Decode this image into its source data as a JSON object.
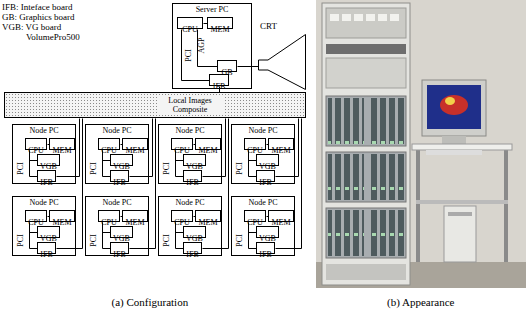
{
  "diagram": {
    "nodes": [
      {
        "text": [
          "Server PC"
        ]
      },
      {
        "text": [
          "CPU"
        ],
        "in": 0
      },
      {
        "text": [
          "MEM"
        ],
        "in": 0
      },
      {
        "text": [
          "GB"
        ],
        "in": 0
      },
      {
        "text": [
          "IFB"
        ],
        "in": 0
      },
      {
        "text": [
          "CRT"
        ]
      },
      {
        "text": [
          "Local Images Composite"
        ]
      },
      {
        "text": [
          "Node PC"
        ]
      },
      {
        "text": [
          "CPU"
        ],
        "in": 7
      },
      {
        "text": [
          "MEM"
        ],
        "in": 7
      },
      {
        "text": [
          "VGB"
        ],
        "in": 7
      },
      {
        "text": [
          "IFB"
        ],
        "in": 7
      },
      {
        "text": [
          "Node PC"
        ]
      },
      {
        "text": [
          "CPU"
        ],
        "in": 12
      },
      {
        "text": [
          "MEM"
        ],
        "in": 12
      },
      {
        "text": [
          "VGB"
        ],
        "in": 12
      },
      {
        "text": [
          "IFB"
        ],
        "in": 12
      },
      {
        "text": [
          "Node PC"
        ]
      },
      {
        "text": [
          "CPU"
        ],
        "in": 17
      },
      {
        "text": [
          "MEM"
        ],
        "in": 17
      },
      {
        "text": [
          "VGB"
        ],
        "in": 17
      },
      {
        "text": [
          "IFB"
        ],
        "in": 17
      },
      {
        "text": [
          "Node PC"
        ]
      },
      {
        "text": [
          "CPU"
        ],
        "in": 22
      },
      {
        "text": [
          "MEM"
        ],
        "in": 22
      },
      {
        "text": [
          "VGB"
        ],
        "in": 22
      },
      {
        "text": [
          "IFB"
        ],
        "in": 22
      },
      {
        "text": [
          "Node PC"
        ]
      },
      {
        "text": [
          "CPU"
        ],
        "in": 27
      },
      {
        "text": [
          "MEM"
        ],
        "in": 27
      },
      {
        "text": [
          "VGB"
        ],
        "in": 27
      },
      {
        "text": [
          "IFB"
        ],
        "in": 27
      },
      {
        "text": [
          "Node PC"
        ]
      },
      {
        "text": [
          "CPU"
        ],
        "in": 32
      },
      {
        "text": [
          "MEM"
        ],
        "in": 32
      },
      {
        "text": [
          "VGB"
        ],
        "in": 32
      },
      {
        "text": [
          "IFB"
        ],
        "in": 32
      },
      {
        "text": [
          "Node PC"
        ]
      },
      {
        "text": [
          "CPU"
        ],
        "in": 37
      },
      {
        "text": [
          "MEM"
        ],
        "in": 37
      },
      {
        "text": [
          "VGB"
        ],
        "in": 37
      },
      {
        "text": [
          "IFB"
        ],
        "in": 37
      },
      {
        "text": [
          "Node PC"
        ]
      },
      {
        "text": [
          "CPU"
        ],
        "in": 42
      },
      {
        "text": [
          "MEM"
        ],
        "in": 42
      },
      {
        "text": [
          "VGB"
        ],
        "in": 42
      },
      {
        "text": [
          "IFB"
        ],
        "in": 42
      }
    ],
    "edges": [
      {
        "from": 1,
        "to": 2,
        "arrow": "none"
      },
      {
        "from": 1,
        "to": 3,
        "arrow": "none"
      },
      {
        "from": 1,
        "to": 4,
        "arrow": "none"
      },
      {
        "from": 3,
        "to": 5,
        "arrow": "none"
      },
      {
        "from": 4,
        "to": 6,
        "arrow": "none"
      },
      {
        "from": 8,
        "to": 9,
        "arrow": "none"
      },
      {
        "from": 8,
        "to": 10,
        "arrow": "none"
      },
      {
        "from": 8,
        "to": 11,
        "arrow": "none"
      },
      {
        "from": 11,
        "to": 6,
        "arrow": "none"
      },
      {
        "from": 13,
        "to": 14,
        "arrow": "none"
      },
      {
        "from": 13,
        "to": 15,
        "arrow": "none"
      },
      {
        "from": 13,
        "to": 16,
        "arrow": "none"
      },
      {
        "from": 16,
        "to": 6,
        "arrow": "none"
      },
      {
        "from": 18,
        "to": 19,
        "arrow": "none"
      },
      {
        "from": 18,
        "to": 20,
        "arrow": "none"
      },
      {
        "from": 18,
        "to": 21,
        "arrow": "none"
      },
      {
        "from": 21,
        "to": 6,
        "arrow": "none"
      },
      {
        "from": 23,
        "to": 24,
        "arrow": "none"
      },
      {
        "from": 23,
        "to": 25,
        "arrow": "none"
      },
      {
        "from": 23,
        "to": 26,
        "arrow": "none"
      },
      {
        "from": 26,
        "to": 6,
        "arrow": "none"
      },
      {
        "from": 28,
        "to": 29,
        "arrow": "none"
      },
      {
        "from": 28,
        "to": 30,
        "arrow": "none"
      },
      {
        "from": 28,
        "to": 31,
        "arrow": "none"
      },
      {
        "from": 31,
        "to": 6,
        "arrow": "none"
      },
      {
        "from": 33,
        "to": 34,
        "arrow": "none"
      },
      {
        "from": 33,
        "to": 35,
        "arrow": "none"
      },
      {
        "from": 33,
        "to": 36,
        "arrow": "none"
      },
      {
        "from": 36,
        "to": 6,
        "arrow": "none"
      },
      {
        "from": 38,
        "to": 39,
        "arrow": "none"
      },
      {
        "from": 38,
        "to": 40,
        "arrow": "none"
      },
      {
        "from": 38,
        "to": 41,
        "arrow": "none"
      },
      {
        "from": 41,
        "to": 6,
        "arrow": "none"
      },
      {
        "from": 43,
        "to": 44,
        "arrow": "none"
      },
      {
        "from": 43,
        "to": 45,
        "arrow": "none"
      },
      {
        "from": 43,
        "to": 46,
        "arrow": "none"
      },
      {
        "from": 46,
        "to": 6,
        "arrow": "none"
      }
    ],
    "labels": [
      "IFB: Inteface board",
      "GB: Graphics board",
      "VGB: VG board",
      "VolumePro500",
      "PCI",
      "AGP",
      "PCI",
      "PCI",
      "PCI",
      "PCI",
      "PCI",
      "PCI",
      "PCI",
      "PCI",
      "(a) Configuration",
      "(b) Appearance"
    ]
  }
}
